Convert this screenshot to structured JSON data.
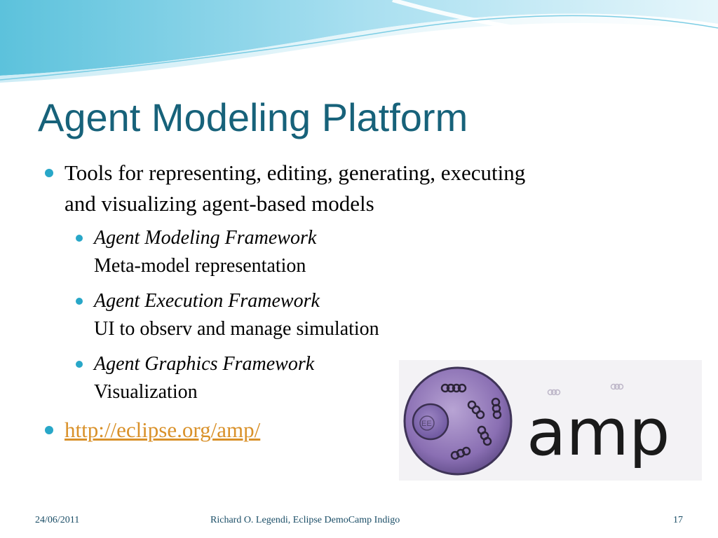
{
  "slide": {
    "title": "Agent Modeling Platform",
    "bullets": [
      {
        "line1": "Tools for representing, editing, generating, executing",
        "line2": "and visualizing agent-based models"
      }
    ],
    "sub_bullets": [
      {
        "name": "Agent Modeling Framework",
        "desc": "Meta-model representation"
      },
      {
        "name": "Agent Execution Framework",
        "desc": "UI to observ and manage simulation"
      },
      {
        "name": "Agent Graphics Framework",
        "desc": "Visualization"
      }
    ],
    "link": "http://eclipse.org/amp/",
    "logo_text": "amp",
    "logo_small_text": "EE"
  },
  "footer": {
    "date": "24/06/2011",
    "author": "Richard O. Legendi, Eclipse DemoCamp Indigo",
    "page": "17"
  },
  "colors": {
    "title": "#17627a",
    "bullet": "#28a7c8",
    "link": "#d9912a",
    "footer": "#1a4d66"
  }
}
